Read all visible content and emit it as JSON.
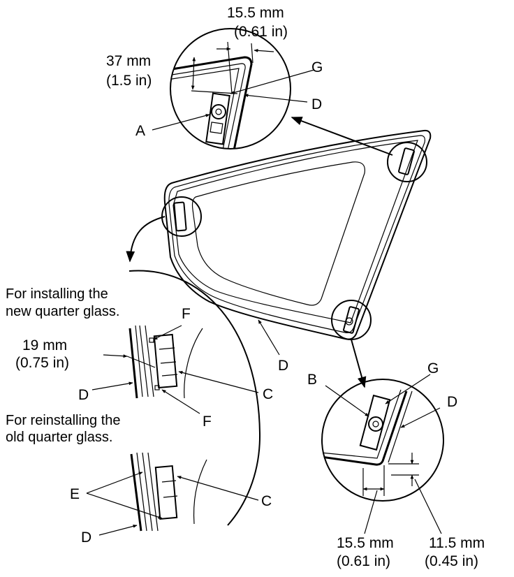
{
  "captions": {
    "new_glass_line1": "For installing the",
    "new_glass_line2": "new quarter glass.",
    "old_glass_line1": "For reinstalling the",
    "old_glass_line2": "old quarter glass."
  },
  "dimensions": {
    "top_15_5_mm": "15.5 mm",
    "top_15_5_in": "(0.61 in)",
    "top_37_mm": "37 mm",
    "top_37_in": "(1.5 in)",
    "left_19_mm": "19 mm",
    "left_19_in": "(0.75 in)",
    "bottom_15_5_mm": "15.5 mm",
    "bottom_15_5_in": "(0.61 in)",
    "bottom_11_5_mm": "11.5 mm",
    "bottom_11_5_in": "(0.45 in)"
  },
  "labels": {
    "a": "A",
    "b": "B",
    "c_upper": "C",
    "c_lower": "C",
    "d_top": "D",
    "d_center": "D",
    "d_left_upper": "D",
    "d_left_lower": "D",
    "d_bottom_right": "D",
    "e": "E",
    "f_upper": "F",
    "f_lower": "F",
    "g_top": "G",
    "g_bottom": "G"
  }
}
